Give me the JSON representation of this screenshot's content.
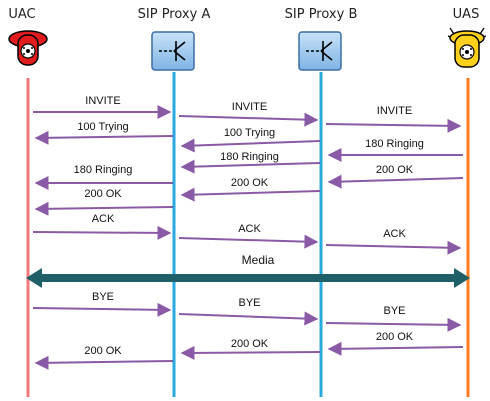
{
  "entities": {
    "uac": {
      "label": "UAC",
      "icon": "red-telephone-icon",
      "line_color": "#f07878"
    },
    "proxy_a": {
      "label": "SIP Proxy A",
      "icon": "router-icon",
      "line_color": "#2aa8e0"
    },
    "proxy_b": {
      "label": "SIP Proxy B",
      "icon": "router-icon",
      "line_color": "#2aa8e0"
    },
    "uas": {
      "label": "UAS",
      "icon": "ringing-phone-icon",
      "line_color": "#ff7a1a"
    }
  },
  "messages": [
    {
      "from": "uac",
      "to": "proxy_a",
      "label": "INVITE"
    },
    {
      "from": "proxy_a",
      "to": "proxy_b",
      "label": "INVITE"
    },
    {
      "from": "proxy_b",
      "to": "uas",
      "label": "INVITE"
    },
    {
      "from": "proxy_a",
      "to": "uac",
      "label": "100 Trying"
    },
    {
      "from": "proxy_b",
      "to": "proxy_a",
      "label": "100 Trying"
    },
    {
      "from": "uas",
      "to": "proxy_b",
      "label": "180 Ringing"
    },
    {
      "from": "proxy_b",
      "to": "proxy_a",
      "label": "180 Ringing"
    },
    {
      "from": "uas",
      "to": "proxy_b",
      "label": "200 OK"
    },
    {
      "from": "proxy_a",
      "to": "uac",
      "label": "180 Ringing"
    },
    {
      "from": "proxy_b",
      "to": "proxy_a",
      "label": "200 OK"
    },
    {
      "from": "proxy_a",
      "to": "uac",
      "label": "200 OK"
    },
    {
      "from": "uac",
      "to": "proxy_a",
      "label": "ACK"
    },
    {
      "from": "proxy_a",
      "to": "proxy_b",
      "label": "ACK"
    },
    {
      "from": "proxy_b",
      "to": "uas",
      "label": "ACK"
    },
    {
      "from": "uac",
      "to": "proxy_a",
      "label": "BYE"
    },
    {
      "from": "proxy_a",
      "to": "proxy_b",
      "label": "BYE"
    },
    {
      "from": "proxy_b",
      "to": "uas",
      "label": "BYE"
    },
    {
      "from": "uas",
      "to": "proxy_b",
      "label": "200 OK"
    },
    {
      "from": "proxy_b",
      "to": "proxy_a",
      "label": "200 OK"
    },
    {
      "from": "proxy_a",
      "to": "uac",
      "label": "200 OK"
    }
  ],
  "media": {
    "label": "Media",
    "color": "#1f5f68"
  },
  "colors": {
    "message_arrow": "#8a5aa6",
    "router_box": "#9cc8ee",
    "router_border": "#3a6ea5"
  }
}
